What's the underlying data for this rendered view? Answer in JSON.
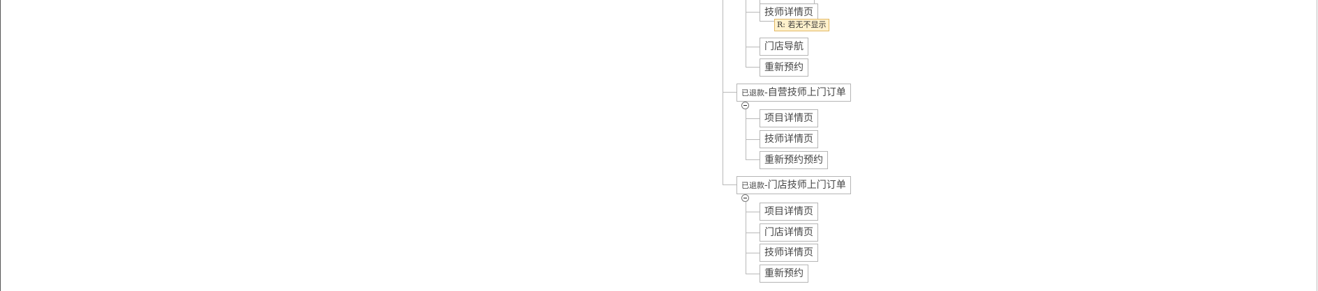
{
  "tree": {
    "group1": {
      "children": [
        "技师详情页",
        "门店导航",
        "重新预约"
      ],
      "note": "R: 若无不显示"
    },
    "group2": {
      "label_prefix": "已退款",
      "label_rest": "-自营技师上门订单",
      "children": [
        "项目详情页",
        "技师详情页",
        "重新预约预约"
      ]
    },
    "group3": {
      "label_prefix": "已退款",
      "label_rest": "-门店技师上门订单",
      "children": [
        "项目详情页",
        "门店详情页",
        "技师详情页",
        "重新预约"
      ]
    }
  }
}
